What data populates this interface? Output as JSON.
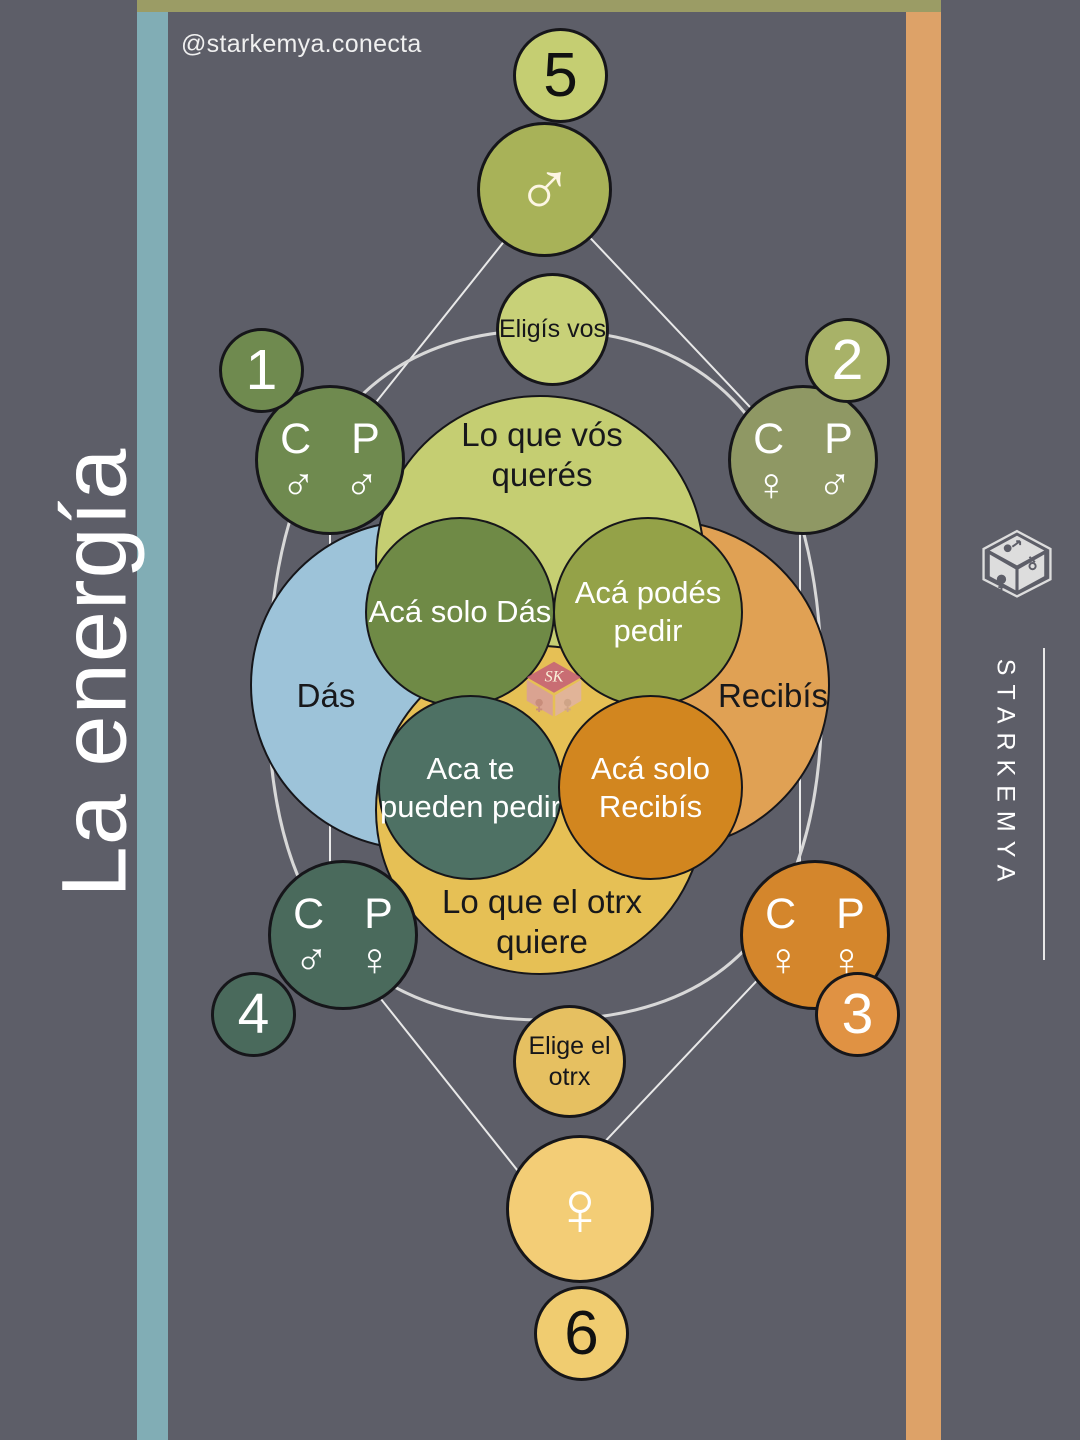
{
  "handle": "@starkemya.conecta",
  "vertical_title": "La energía",
  "brand": {
    "name": "STARKEMYA",
    "logo_icon": "hexagon-cube-logo"
  },
  "colors": {
    "background": "#5d5e68",
    "top_bar": "#9b9c65",
    "left_bar": "#81adb5",
    "right_bar": "#dda268",
    "give_blue": "#9dc3d9",
    "receive_orange": "#e0a154",
    "you_want_green": "#c5ce72",
    "other_wants_yellow": "#e6c055",
    "center_logo_pink": "#c2577c"
  },
  "venn": {
    "lobes": [
      {
        "key": "left",
        "label": "Dás",
        "color": "#9dc3d9"
      },
      {
        "key": "right",
        "label": "Recibís",
        "color": "#e0a154"
      },
      {
        "key": "top",
        "label": "Lo que vós querés",
        "color": "#c5ce72"
      },
      {
        "key": "bottom",
        "label": "Lo que el otrx quiere",
        "color": "#e6c055"
      }
    ],
    "quadrants": [
      {
        "key": "top-left",
        "label": "Acá solo Dás",
        "color": "#6f8a46"
      },
      {
        "key": "top-right",
        "label": "Acá podés pedir",
        "color": "#94a248"
      },
      {
        "key": "bottom-left",
        "label": "Aca te pueden pedir",
        "color": "#4e7164"
      },
      {
        "key": "bottom-right",
        "label": "Acá solo Recibís",
        "color": "#d2861f"
      }
    ]
  },
  "nodes": {
    "cp_1": {
      "badge": "1",
      "letters": "C P",
      "symbols": "♂ ♂",
      "color": "#6f8a4f"
    },
    "cp_2": {
      "badge": "2",
      "letters": "C P",
      "symbols": "♀ ♂",
      "color": "#8f9864"
    },
    "cp_3": {
      "badge": "3",
      "letters": "C P",
      "symbols": "♀ ♀",
      "color": "#d4862c"
    },
    "cp_4": {
      "badge": "4",
      "letters": "C P",
      "symbols": "♂ ♀",
      "color": "#4a6a5c"
    }
  },
  "poles": {
    "top": {
      "badge": "5",
      "symbol": "♂",
      "symbol_icon": "mars-symbol",
      "chooser": "Eligís vos",
      "color": "#a8b258"
    },
    "bottom": {
      "badge": "6",
      "symbol": "♀",
      "symbol_icon": "venus-symbol",
      "chooser": "Elige el otrx",
      "color": "#f3cd76"
    }
  }
}
